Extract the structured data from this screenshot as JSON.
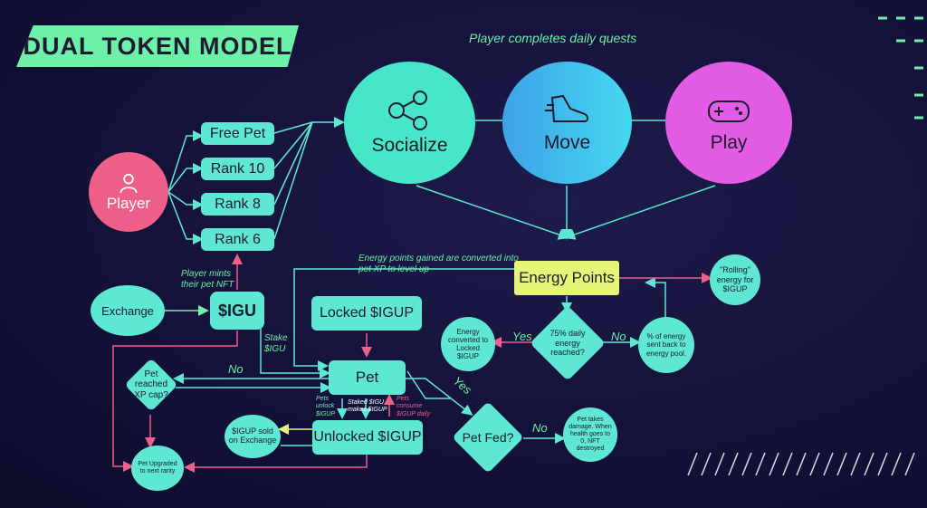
{
  "title": "DUAL TOKEN MODEL",
  "header_note": "Player completes daily quests",
  "player": "Player",
  "ranks": [
    "Free Pet",
    "Rank 10",
    "Rank 8",
    "Rank 6"
  ],
  "activities": [
    "Socialize",
    "Move",
    "Play"
  ],
  "energy_points": "Energy Points",
  "energy_note": "Energy points gained are converted into pet XP to level up",
  "rolling_energy": "\"Rolling\" energy for $IGUP",
  "exchange": "Exchange",
  "igu": "$IGU",
  "player_mints": "Player mints their pet NFT",
  "stake_igu": "Stake $IGU",
  "locked_igup": "Locked $IGUP",
  "pet": "Pet",
  "unlocked_igup": "Unlocked $IGUP",
  "pets_unlock": "Pets unlock $IGUP",
  "staked_igu_makes": "Staked $IGU makes $IGUP",
  "pets_consume": "Pets consume $IGUP daily",
  "energy_daily_q": "75% daily energy reached?",
  "energy_converted": "Energy converted to Locked $IGUP",
  "energy_sent_back": "% of energy sent back to energy pool.",
  "yes": "Yes",
  "no": "No",
  "pet_xp_q": "Pet reached XP cap?",
  "pet_fed_q": "Pet Fed?",
  "pet_damage": "Pet takes damage. When health goes to 0, NFT destroyed",
  "igup_sold": "$IGUP sold on Exchange",
  "pet_upgraded": "Pet Upgraded to next rarity",
  "colors": {
    "teal": "#5ee8d4",
    "green": "#6ef0a9",
    "pink": "#ee5f8a",
    "yellow": "#e6f57a",
    "socialize": "#47e6c8",
    "move": "#3fb0ea",
    "play": "#e25ce6"
  },
  "icons": [
    "user-icon",
    "network-icon",
    "shoe-icon",
    "gamepad-icon"
  ]
}
